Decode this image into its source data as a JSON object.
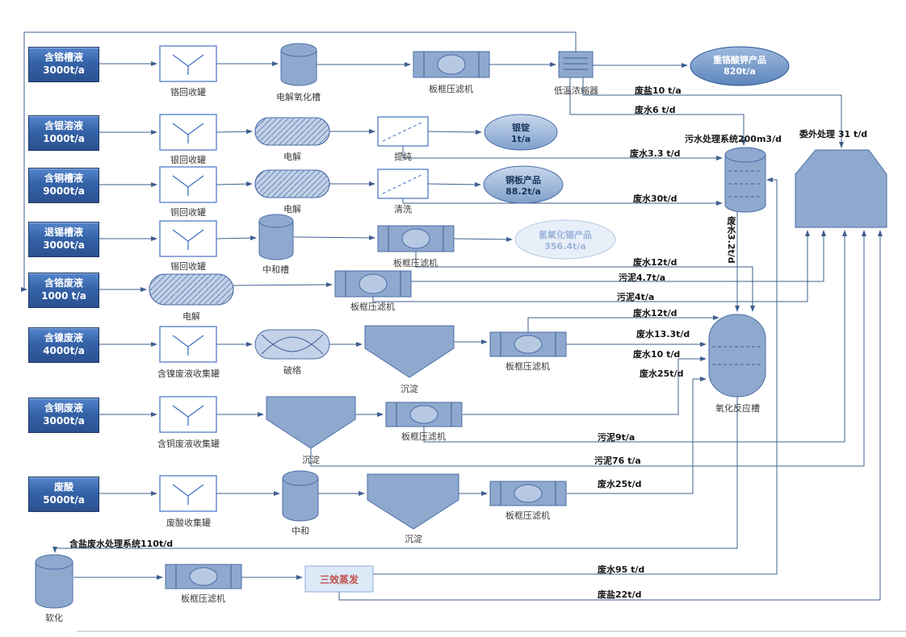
{
  "colors": {
    "shape_fill": "#8FA9CE",
    "shape_stroke": "#4A6DA7",
    "connector": "#3F5F8F",
    "input_box": "#2B5090",
    "evaporation_text": "#C0504D"
  },
  "inputs": [
    {
      "name": "含铬槽液",
      "amount": "3000t/a"
    },
    {
      "name": "含银溶液",
      "amount": "1000t/a"
    },
    {
      "name": "含铜槽液",
      "amount": "9000t/a"
    },
    {
      "name": "退锡槽液",
      "amount": "3000t/a"
    },
    {
      "name": "含铬废液",
      "amount": "1000 t/a"
    },
    {
      "name": "含镍废液",
      "amount": "4000t/a"
    },
    {
      "name": "含铜废液",
      "amount": "3000t/a"
    },
    {
      "name": "废酸",
      "amount": "5000t/a"
    }
  ],
  "nodes": {
    "cr_recovery_tank": "铬回收罐",
    "electro_oxidation_tank": "电解氧化槽",
    "filter_press": "板框压滤机",
    "low_temp_concentrator": "低温浓缩器",
    "ag_recovery_tank": "银回收罐",
    "electrolysis": "电解",
    "purification": "提纯",
    "cu_recovery_tank": "铜回收罐",
    "cleaning": "清洗",
    "sn_recovery_tank": "锡回收罐",
    "neutralization_tank": "中和槽",
    "ni_waste_collection_tank": "含镍废液收集罐",
    "complex_breaking": "破络",
    "sedimentation": "沉淀",
    "cu_waste_collection_tank": "含铜废液收集罐",
    "waste_acid_collection_tank": "废酸收集罐",
    "neutralization": "中和",
    "softening": "软化",
    "triple_effect_evaporation": "三效蒸发",
    "wastewater_treatment_system": "污水处理系统200m3/d",
    "outsourced_treatment": "委外处理 31 t/d",
    "oxidation_reaction_tank": "氧化反应槽"
  },
  "products": [
    {
      "name": "重铬酸钾产品",
      "amount": "820t/a"
    },
    {
      "name": "银锭",
      "amount": "1t/a"
    },
    {
      "name": "铜板产品",
      "amount": "88.2t/a"
    },
    {
      "name": "氢氧化锡产品",
      "amount": "356.4t/a"
    }
  ],
  "flows": {
    "waste_salt_10": "废盐10 t/a",
    "waste_water_6": "废水6 t/d",
    "waste_water_3_3": "废水3.3 t/d",
    "waste_water_30": "废水30t/d",
    "waste_water_12_a": "废水12t/d",
    "sludge_4_7": "污泥4.7t/a",
    "sludge_4": "污泥4t/a",
    "waste_water_12_b": "废水12t/d",
    "waste_water_13_3": "废水13.3t/d",
    "waste_water_10": "废水10 t/d",
    "waste_water_25_a": "废水25t/d",
    "sludge_9": "污泥9t/a",
    "sludge_76": "污泥76 t/a",
    "waste_water_25_b": "废水25t/d",
    "salty_wastewater_system": "含盐废水处理系统110t/d",
    "waste_water_95": "废水95 t/d",
    "waste_salt_22": "废盐22t/d",
    "waste_water_3_2": "废水3.2t/d"
  }
}
